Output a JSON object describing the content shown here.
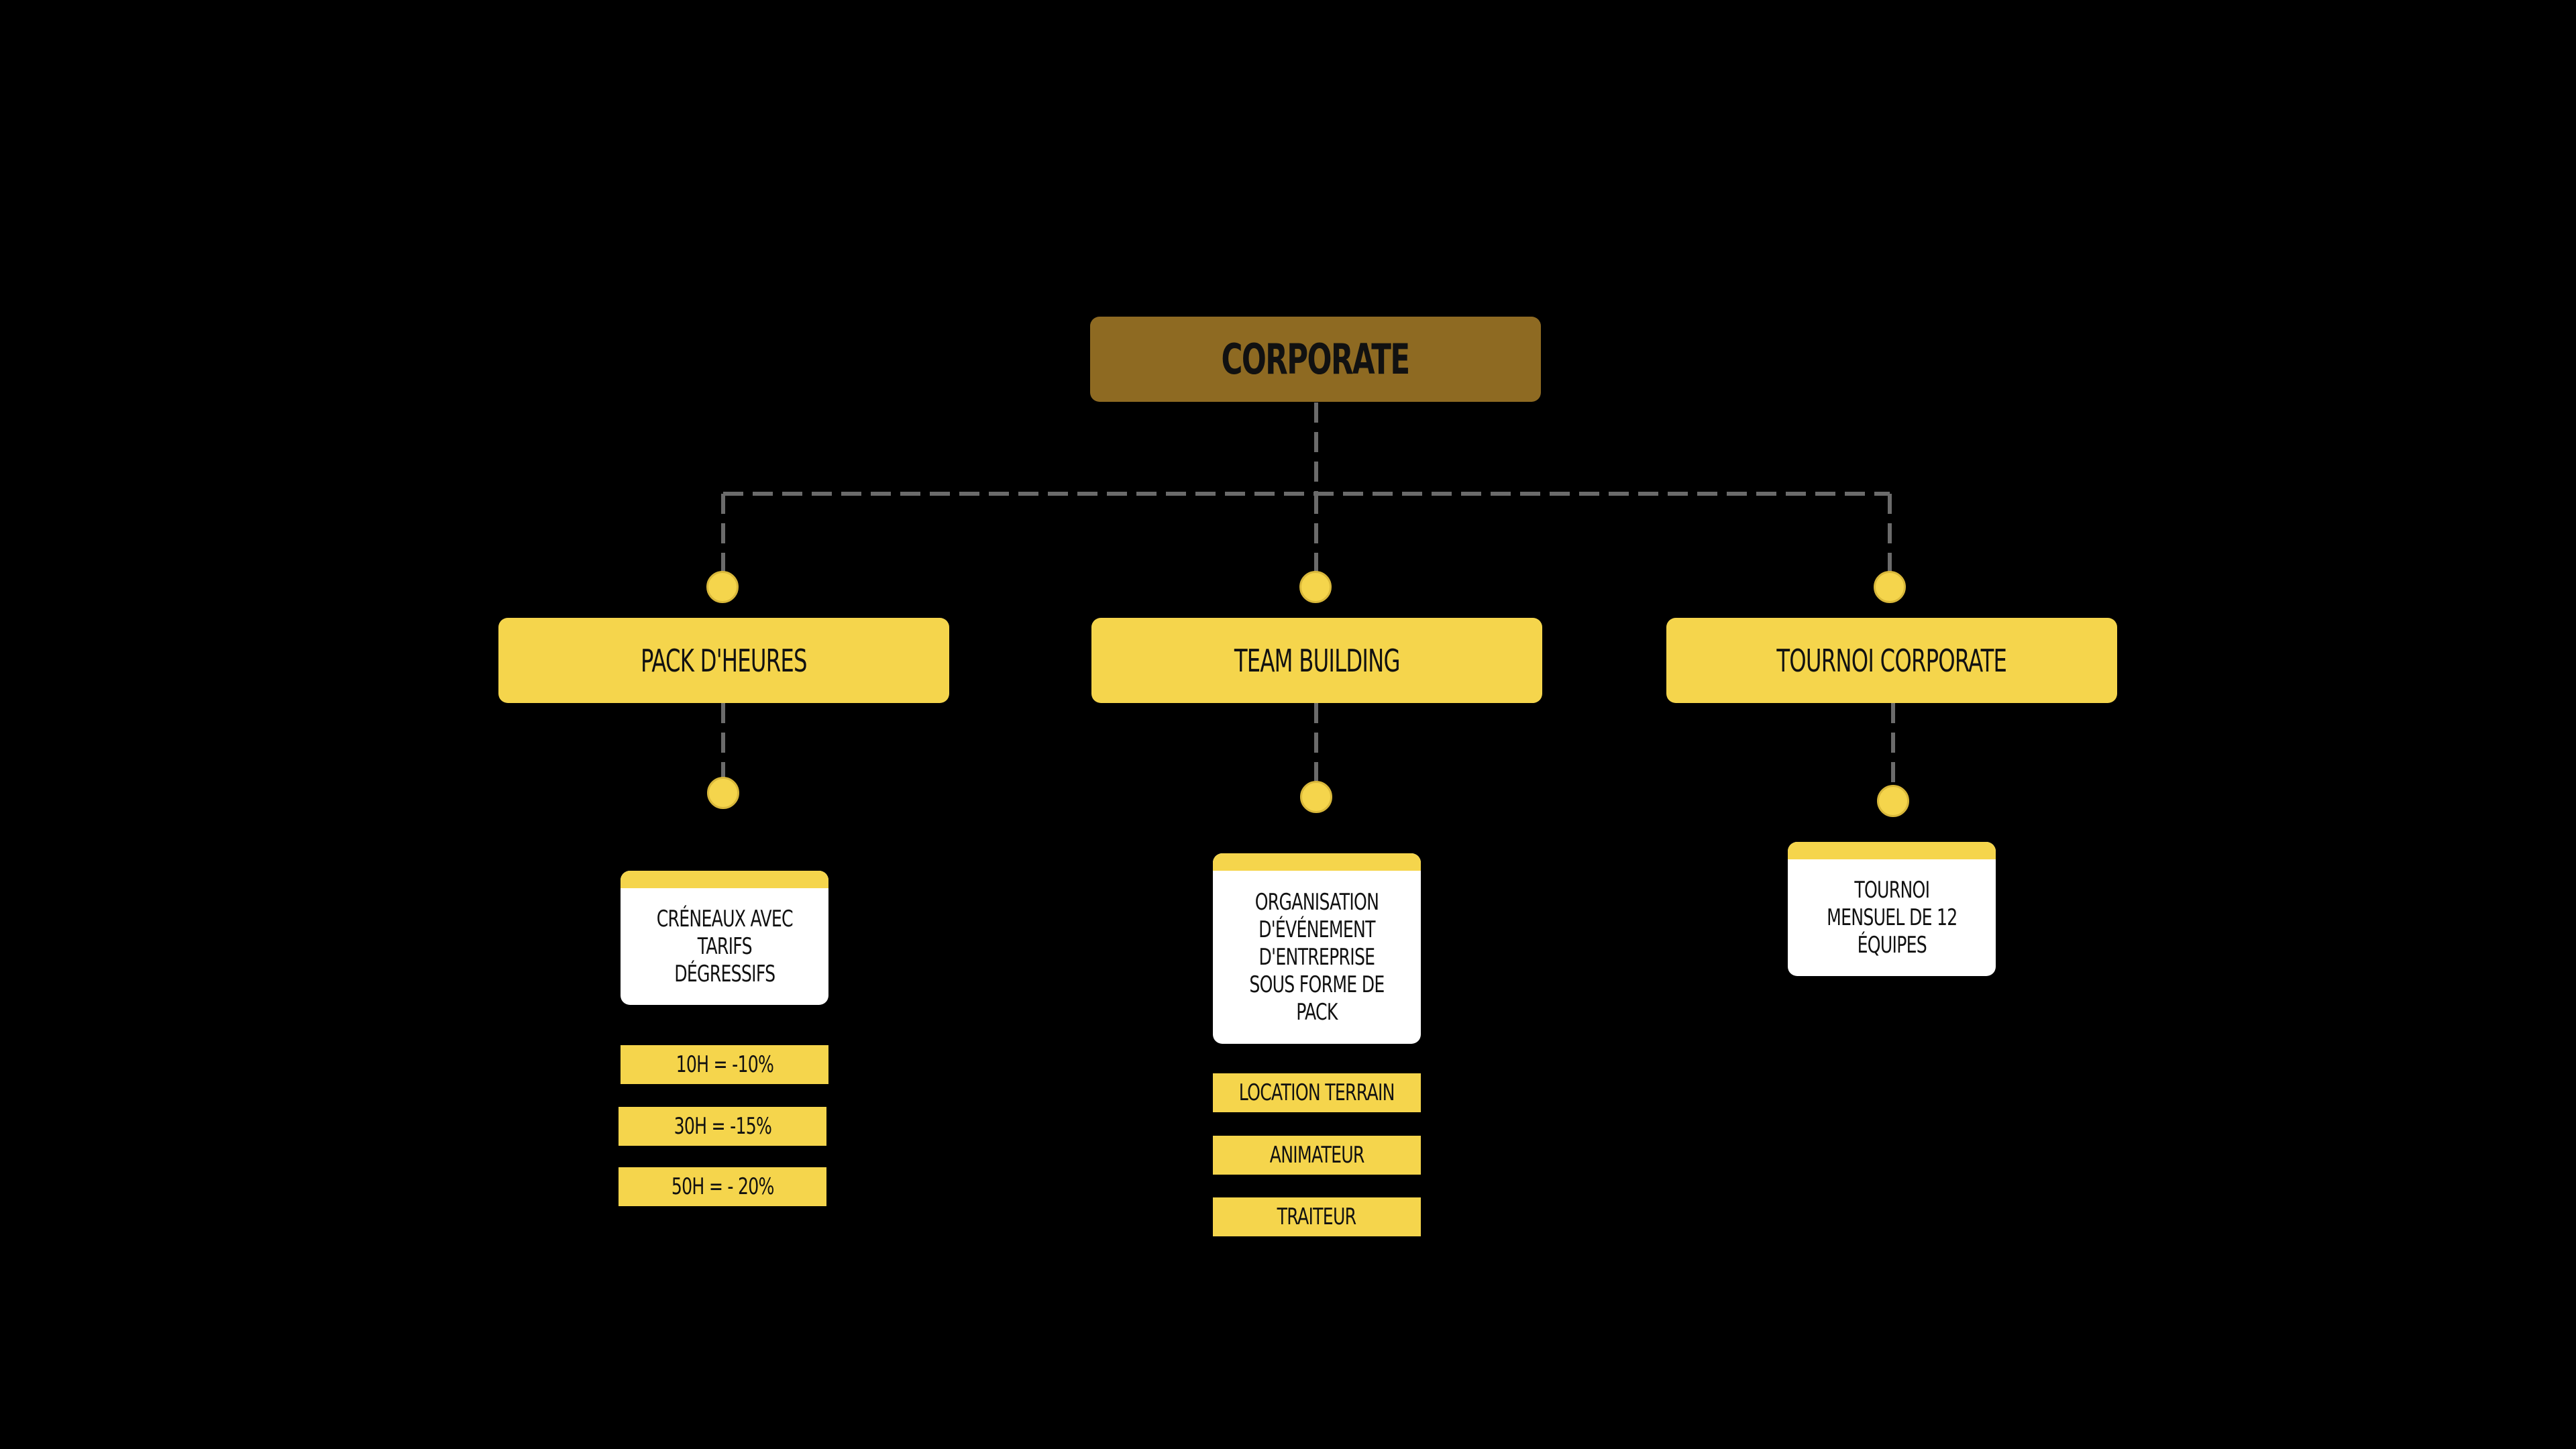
{
  "diagram": {
    "root": {
      "label": "CORPORATE"
    },
    "categories": [
      {
        "label": "PACK D'HEURES"
      },
      {
        "label": "TEAM BUILDING"
      },
      {
        "label": "TOURNOI CORPORATE"
      }
    ],
    "details": {
      "pack": {
        "card": "CRÉNEAUX AVEC\nTARIFS\nDÉGRESSIFS",
        "tags": [
          "10H  = -10%",
          "30H  = -15%",
          "50H  = - 20%"
        ]
      },
      "team": {
        "card": "ORGANISATION\nD'ÉVÉNEMENT\nD'ENTREPRISE\nSOUS FORME DE\nPACK",
        "tags": [
          "LOCATION TERRAIN",
          "ANIMATEUR",
          "TRAITEUR"
        ]
      },
      "tournoi": {
        "card": "TOURNOI\nMENSUEL DE 12\nÉQUIPES"
      }
    },
    "colors": {
      "background": "#000000",
      "root_fill": "#8e6a22",
      "node_fill": "#f5d54c",
      "card_fill": "#ffffff",
      "connector": "#6b6b6b"
    }
  }
}
